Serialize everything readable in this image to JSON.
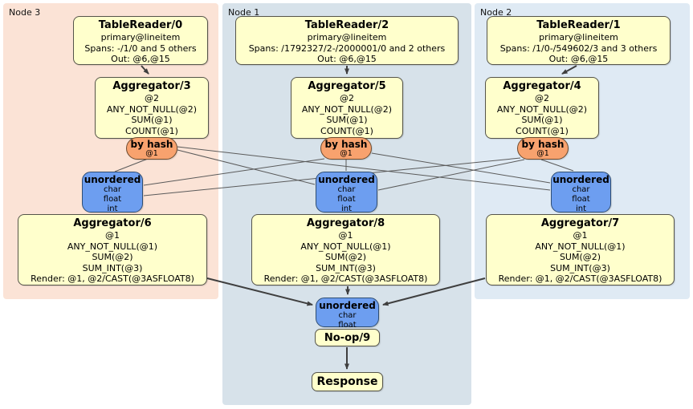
{
  "nodes": {
    "node3": {
      "label": "Node 3"
    },
    "node1": {
      "label": "Node 1"
    },
    "node2": {
      "label": "Node 2"
    }
  },
  "p": {
    "tr0": {
      "title": "TableReader/0",
      "rows": [
        "primary@lineitem",
        "Spans: -/1/0 and 5 others",
        "Out: @6,@15"
      ]
    },
    "tr2": {
      "title": "TableReader/2",
      "rows": [
        "primary@lineitem",
        "Spans: /1792327/2-/2000001/0 and 2 others",
        "Out: @6,@15"
      ]
    },
    "tr1": {
      "title": "TableReader/1",
      "rows": [
        "primary@lineitem",
        "Spans: /1/0-/549602/3 and 3 others",
        "Out: @6,@15"
      ]
    },
    "agg3": {
      "title": "Aggregator/3",
      "rows": [
        "@2",
        "ANY_NOT_NULL(@2)",
        "SUM(@1)",
        "COUNT(@1)"
      ]
    },
    "agg5": {
      "title": "Aggregator/5",
      "rows": [
        "@2",
        "ANY_NOT_NULL(@2)",
        "SUM(@1)",
        "COUNT(@1)"
      ]
    },
    "agg4": {
      "title": "Aggregator/4",
      "rows": [
        "@2",
        "ANY_NOT_NULL(@2)",
        "SUM(@1)",
        "COUNT(@1)"
      ]
    },
    "agg6": {
      "title": "Aggregator/6",
      "rows": [
        "@1",
        "ANY_NOT_NULL(@1)",
        "SUM(@2)",
        "SUM_INT(@3)",
        "Render: @1, @2/CAST(@3ASFLOAT8)"
      ]
    },
    "agg8": {
      "title": "Aggregator/8",
      "rows": [
        "@1",
        "ANY_NOT_NULL(@1)",
        "SUM(@2)",
        "SUM_INT(@3)",
        "Render: @1, @2/CAST(@3ASFLOAT8)"
      ]
    },
    "agg7": {
      "title": "Aggregator/7",
      "rows": [
        "@1",
        "ANY_NOT_NULL(@1)",
        "SUM(@2)",
        "SUM_INT(@3)",
        "Render: @1, @2/CAST(@3ASFLOAT8)"
      ]
    },
    "noop": {
      "title": "No-op/9"
    },
    "response": {
      "title": "Response"
    }
  },
  "routers": {
    "hash3": {
      "title": "by hash",
      "detail": "@1"
    },
    "hash5": {
      "title": "by hash",
      "detail": "@1"
    },
    "hash4": {
      "title": "by hash",
      "detail": "@1"
    }
  },
  "streams": {
    "un3": {
      "title": "unordered",
      "types": [
        "char",
        "float",
        "int"
      ]
    },
    "un5": {
      "title": "unordered",
      "types": [
        "char",
        "float",
        "int"
      ]
    },
    "un4": {
      "title": "unordered",
      "types": [
        "char",
        "float",
        "int"
      ]
    },
    "unb": {
      "title": "unordered",
      "types": [
        "char",
        "float"
      ]
    }
  },
  "colors": {
    "node3_bg": "#fbe3d6",
    "node1_bg": "#d7e2ea",
    "node2_bg": "#dfeaf4",
    "processor_bg": "#ffffcc",
    "router_bg": "#f8a26e",
    "stream_bg": "#6d9ef0",
    "edge": "#3f3f3f",
    "thin_edge": "#5a5a5a"
  }
}
